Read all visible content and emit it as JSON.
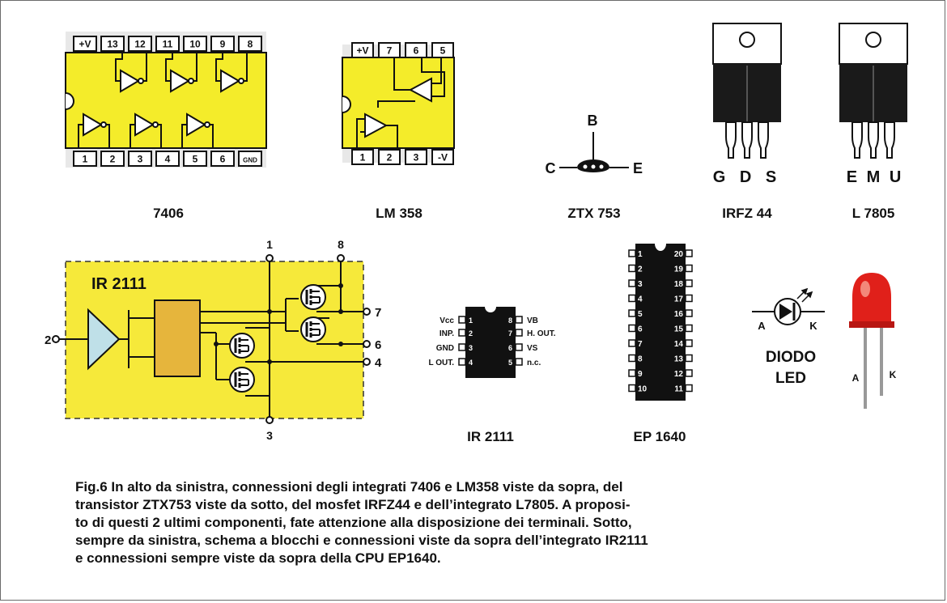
{
  "components": {
    "ic7406": {
      "name": "7406",
      "top_pins": [
        "+V",
        "13",
        "12",
        "11",
        "10",
        "9",
        "8"
      ],
      "bottom_pins": [
        "1",
        "2",
        "3",
        "4",
        "5",
        "6",
        "GND"
      ]
    },
    "lm358": {
      "name": "LM 358",
      "top_pins": [
        "+V",
        "7",
        "6",
        "5"
      ],
      "bottom_pins": [
        "1",
        "2",
        "3",
        "-V"
      ]
    },
    "ztx753": {
      "name": "ZTX 753",
      "pins": {
        "b": "B",
        "c": "C",
        "e": "E"
      }
    },
    "irfz44": {
      "name": "IRFZ 44",
      "pins": "G D S"
    },
    "l7805": {
      "name": "L 7805",
      "pins": "E M U"
    },
    "ir2111_block": {
      "title": "IR 2111",
      "pins": {
        "p1": "1",
        "p8": "8",
        "p7": "7",
        "p6": "6",
        "p4": "4",
        "p2": "2",
        "p3": "3"
      }
    },
    "ir2111_chip": {
      "name": "IR 2111",
      "left_pins": [
        "Vcc",
        "INP.",
        "GND",
        "L OUT."
      ],
      "left_nums": [
        "1",
        "2",
        "3",
        "4"
      ],
      "right_pins": [
        "VB",
        "H. OUT.",
        "VS",
        "n.c."
      ],
      "right_nums": [
        "8",
        "7",
        "6",
        "5"
      ]
    },
    "ep1640": {
      "name": "EP 1640",
      "left_nums": [
        "1",
        "2",
        "3",
        "4",
        "5",
        "6",
        "7",
        "8",
        "9",
        "10"
      ],
      "right_nums": [
        "20",
        "19",
        "18",
        "17",
        "16",
        "15",
        "14",
        "13",
        "12",
        "11"
      ]
    },
    "diode": {
      "label_line1": "DIODO",
      "label_line2": "LED",
      "anode": "A",
      "cathode": "K"
    },
    "led": {
      "anode": "A",
      "cathode": "K"
    }
  },
  "colors": {
    "chip_yellow": "#f4ec2a",
    "block_yellow": "#f6e93a",
    "amp_blue": "#bfe0e8",
    "box_orange": "#e6b53c",
    "led_red": "#e0201a"
  },
  "caption": {
    "lines": [
      "Fig.6 In alto da sinistra, connessioni degli integrati 7406 e LM358 viste da sopra, del",
      "transistor ZTX753 viste da sotto, del mosfet IRFZ44 e dell’integrato L7805. A proposi-",
      "to di questi 2 ultimi componenti, fate attenzione alla disposizione dei terminali. Sotto,",
      "sempre da sinistra, schema a blocchi e connessioni viste da sopra dell’integrato IR2111",
      "e connessioni sempre viste da sopra della CPU EP1640."
    ]
  }
}
